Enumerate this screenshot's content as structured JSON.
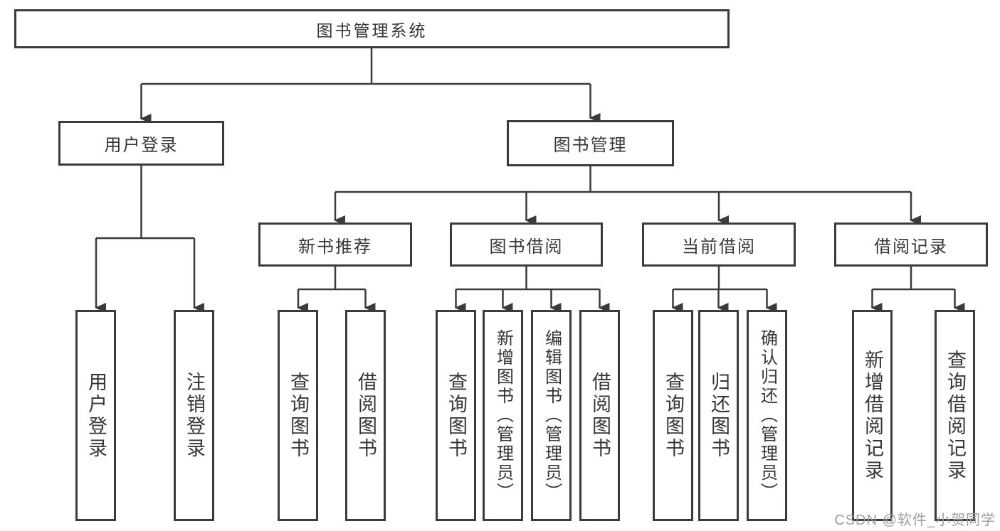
{
  "colors": {
    "line": "#3b3b3b",
    "text": "#363636",
    "watermark": "#9aa0a6",
    "background": "#ffffff"
  },
  "root": {
    "label": "图书管理系统"
  },
  "branches": {
    "user_login": {
      "label": "用户登录",
      "children": [
        {
          "label": "用户登录"
        },
        {
          "label": "注销登录"
        }
      ]
    },
    "book_management": {
      "label": "图书管理",
      "children": [
        {
          "label": "新书推荐",
          "children": [
            {
              "label": "查询图书"
            },
            {
              "label": "借阅图书"
            }
          ]
        },
        {
          "label": "图书借阅",
          "children": [
            {
              "label": "查询图书"
            },
            {
              "label": "新增图书（管理员）"
            },
            {
              "label": "编辑图书（管理员）"
            },
            {
              "label": "借阅图书"
            }
          ]
        },
        {
          "label": "当前借阅",
          "children": [
            {
              "label": "查询图书"
            },
            {
              "label": "归还图书"
            },
            {
              "label": "确认归还（管理员）"
            }
          ]
        },
        {
          "label": "借阅记录",
          "children": [
            {
              "label": "新增借阅记录"
            },
            {
              "label": "查询借阅记录"
            }
          ]
        }
      ]
    }
  },
  "watermark": {
    "label": "CSDN @软件_小贺同学"
  }
}
